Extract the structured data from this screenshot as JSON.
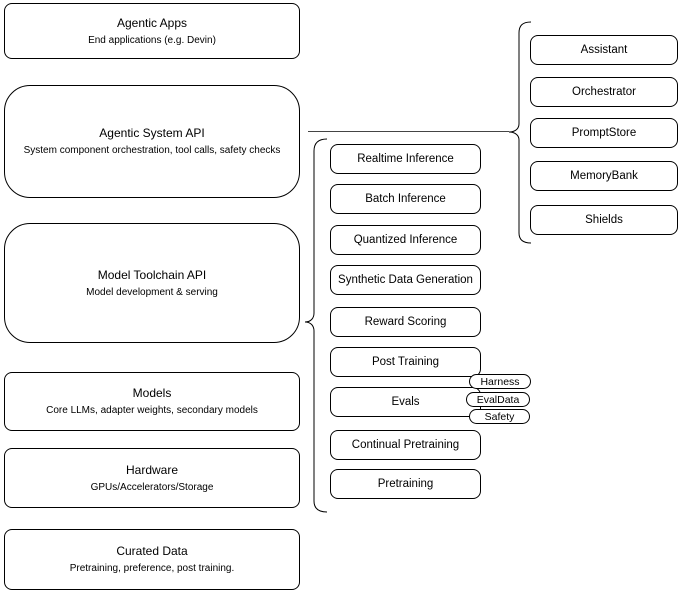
{
  "left_stack": {
    "items": [
      {
        "title": "Agentic Apps",
        "subtitle": "End applications (e.g. Devin)"
      },
      {
        "title": "Agentic System API",
        "subtitle": "System component orchestration, tool calls, safety checks"
      },
      {
        "title": "Model Toolchain API",
        "subtitle": "Model development & serving"
      },
      {
        "title": "Models",
        "subtitle": "Core LLMs, adapter weights, secondary models"
      },
      {
        "title": "Hardware",
        "subtitle": "GPUs/Accelerators/Storage"
      },
      {
        "title": "Curated Data",
        "subtitle": "Pretraining, preference, post training."
      }
    ]
  },
  "toolchain_group": {
    "items": [
      {
        "label": "Realtime Inference"
      },
      {
        "label": "Batch Inference"
      },
      {
        "label": "Quantized Inference"
      },
      {
        "label": "Synthetic Data Generation"
      },
      {
        "label": "Reward Scoring"
      },
      {
        "label": "Post Training"
      },
      {
        "label": "Evals"
      },
      {
        "label": "Continual Pretraining"
      },
      {
        "label": "Pretraining"
      }
    ],
    "eval_tags": [
      {
        "label": "Harness"
      },
      {
        "label": "EvalData"
      },
      {
        "label": "Safety"
      }
    ]
  },
  "system_components_group": {
    "items": [
      {
        "label": "Assistant"
      },
      {
        "label": "Orchestrator"
      },
      {
        "label": "PromptStore"
      },
      {
        "label": "MemoryBank"
      },
      {
        "label": "Shields"
      }
    ]
  },
  "colors": {
    "background": "#ffffff",
    "box_fill": "#ffffff",
    "box_border": "#000000",
    "text": "#000000",
    "connector": "#000000"
  }
}
